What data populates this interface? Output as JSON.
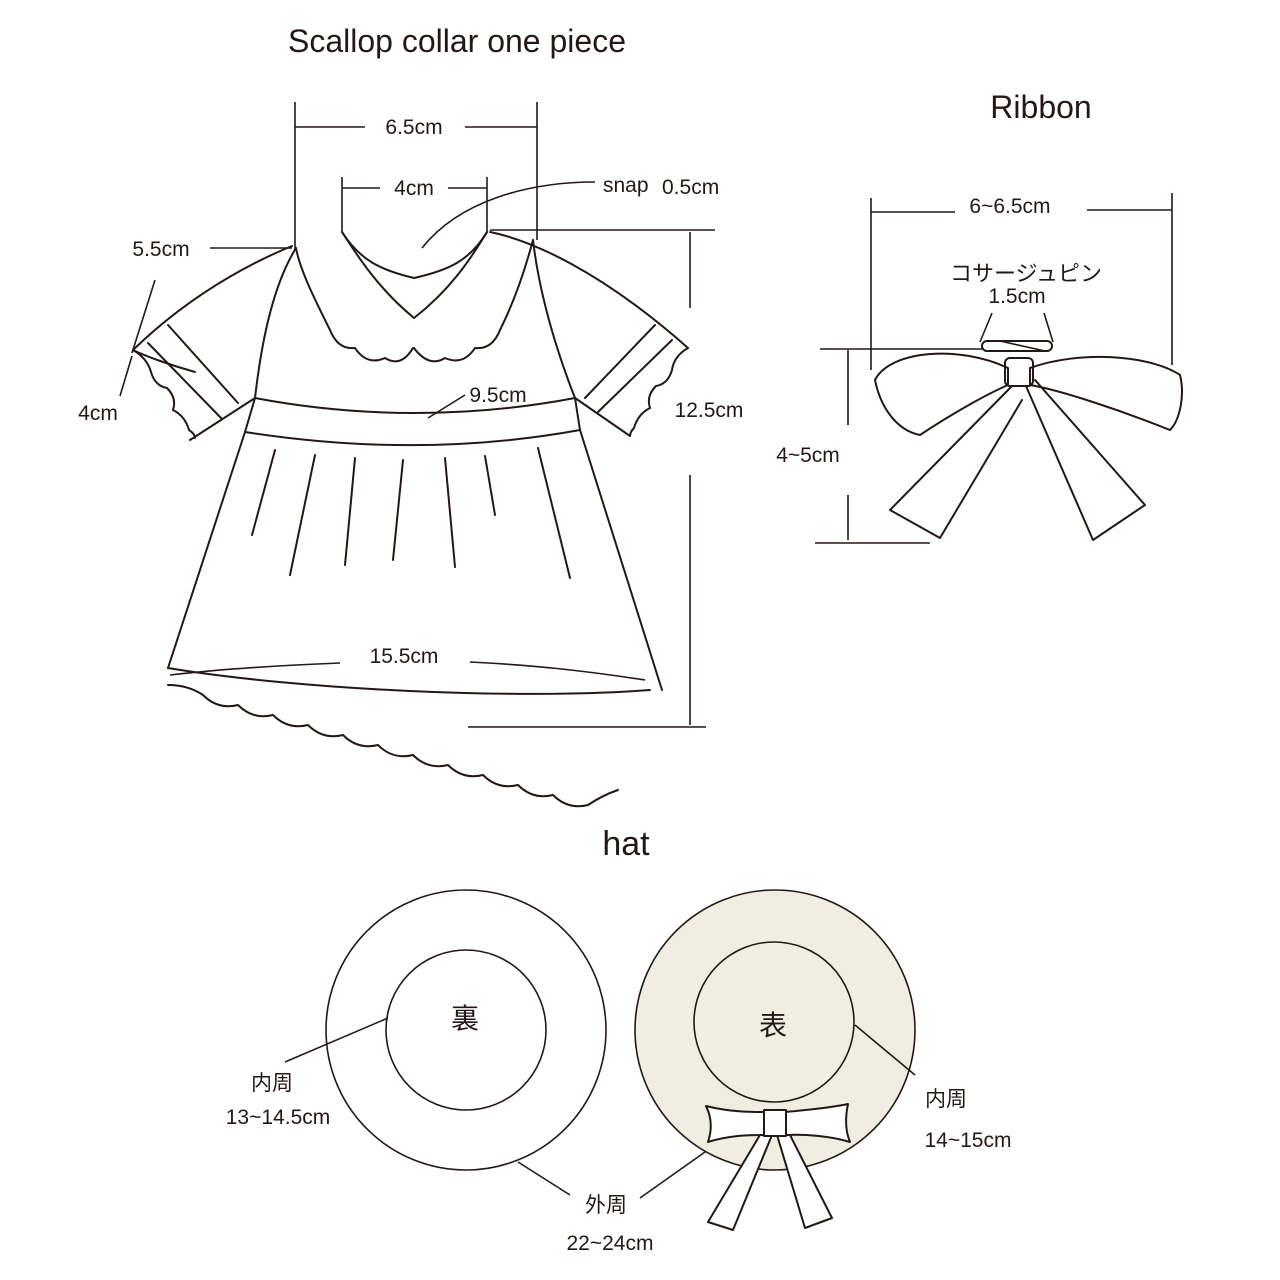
{
  "dress": {
    "title": "Scallop collar one piece",
    "shoulder_width": "6.5cm",
    "neck_width": "4cm",
    "snap_label": "snap",
    "snap_size": "0.5cm",
    "shoulder_length": "5.5cm",
    "sleeve_width": "4cm",
    "bodice_length": "12.5cm",
    "waist_width": "9.5cm",
    "hem_width": "15.5cm"
  },
  "ribbon": {
    "title": "Ribbon",
    "width": "6~6.5cm",
    "pin_label": "コサージュピン",
    "pin_size": "1.5cm",
    "height": "4~5cm"
  },
  "hat": {
    "title": "hat",
    "back_label": "裏",
    "front_label": "表",
    "inner_label_left": "内周",
    "inner_size_left": "13~14.5cm",
    "outer_label": "外周",
    "outer_size": "22~24cm",
    "inner_label_right": "内周",
    "inner_size_right": "14~15cm",
    "front_brim_color": "#f1ede1"
  }
}
